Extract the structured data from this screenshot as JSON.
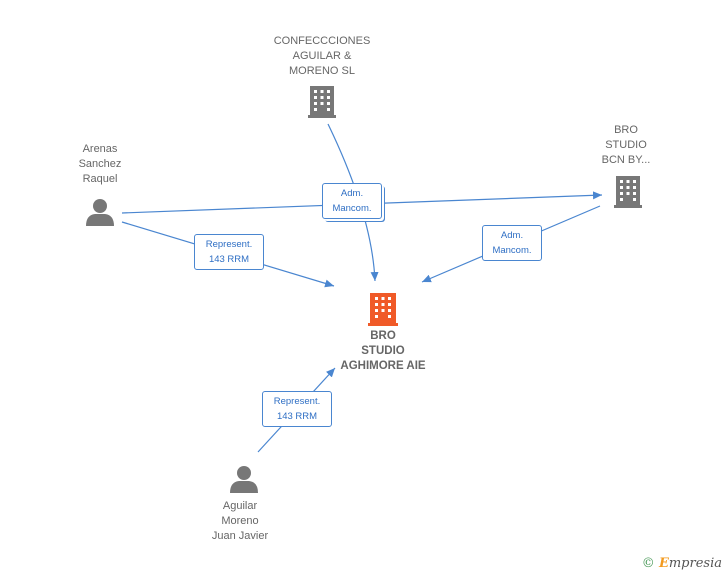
{
  "nodes": {
    "confecciones": {
      "label": "CONFECCCIONES\nAGUILAR &\nMORENO  SL",
      "icon": "building-icon",
      "color": "#777777"
    },
    "bro_bcn": {
      "label": "BRO\nSTUDIO\nBCN BY...",
      "icon": "building-icon",
      "color": "#777777"
    },
    "arenas": {
      "label": "Arenas\nSanchez\nRaquel",
      "icon": "person-icon",
      "color": "#777777"
    },
    "bro_aghimore": {
      "label": "BRO\nSTUDIO\nAGHIMORE AIE",
      "icon": "building-icon",
      "color": "#f05a28"
    },
    "aguilar": {
      "label": "Aguilar\nMoreno\nJuan Javier",
      "icon": "person-icon",
      "color": "#777777"
    }
  },
  "edges": {
    "adm1": "Adm.\nMancom.",
    "adm2": "Adm.\nMancom.",
    "rep1": "Represent.\n143 RRM",
    "rep2": "Represent.\n143 RRM"
  },
  "edge_color": "#4a86d0",
  "footer": {
    "copyright_symbol": "©",
    "brand_first": "E",
    "brand_rest": "mpresia"
  }
}
